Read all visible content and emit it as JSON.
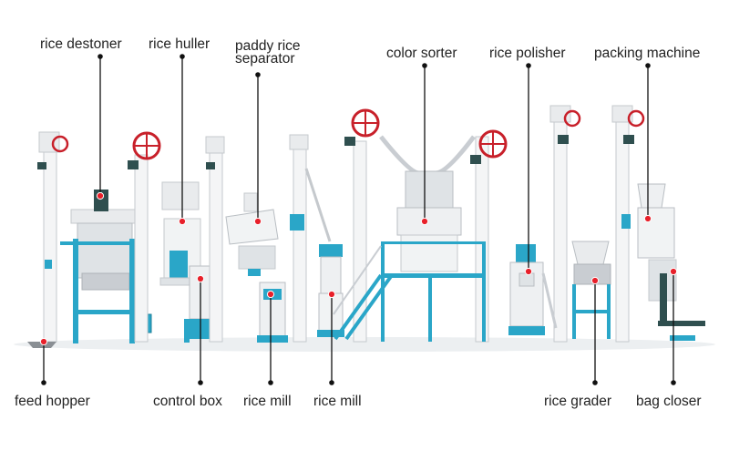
{
  "labels": {
    "rice_destoner": "rice destoner",
    "rice_huller": "rice huller",
    "paddy_separator": "paddy rice separator",
    "color_sorter": "color sorter",
    "rice_polisher": "rice polisher",
    "packing_machine": "packing machine",
    "feed_hopper": "feed hopper",
    "control_box": "control box",
    "rice_mill_1": "rice mill",
    "rice_mill_2": "rice mill",
    "rice_grader": "rice grader",
    "bag_closer": "bag closer"
  },
  "colors": {
    "frame_blue": "#2aa6c8",
    "machine_white": "#eef0f2",
    "machine_grey": "#c9cdd2",
    "wheel_red": "#c8202a",
    "motor_dark": "#2f4f4f",
    "pointer": "#111111",
    "callout_dot": "#e8202a"
  }
}
